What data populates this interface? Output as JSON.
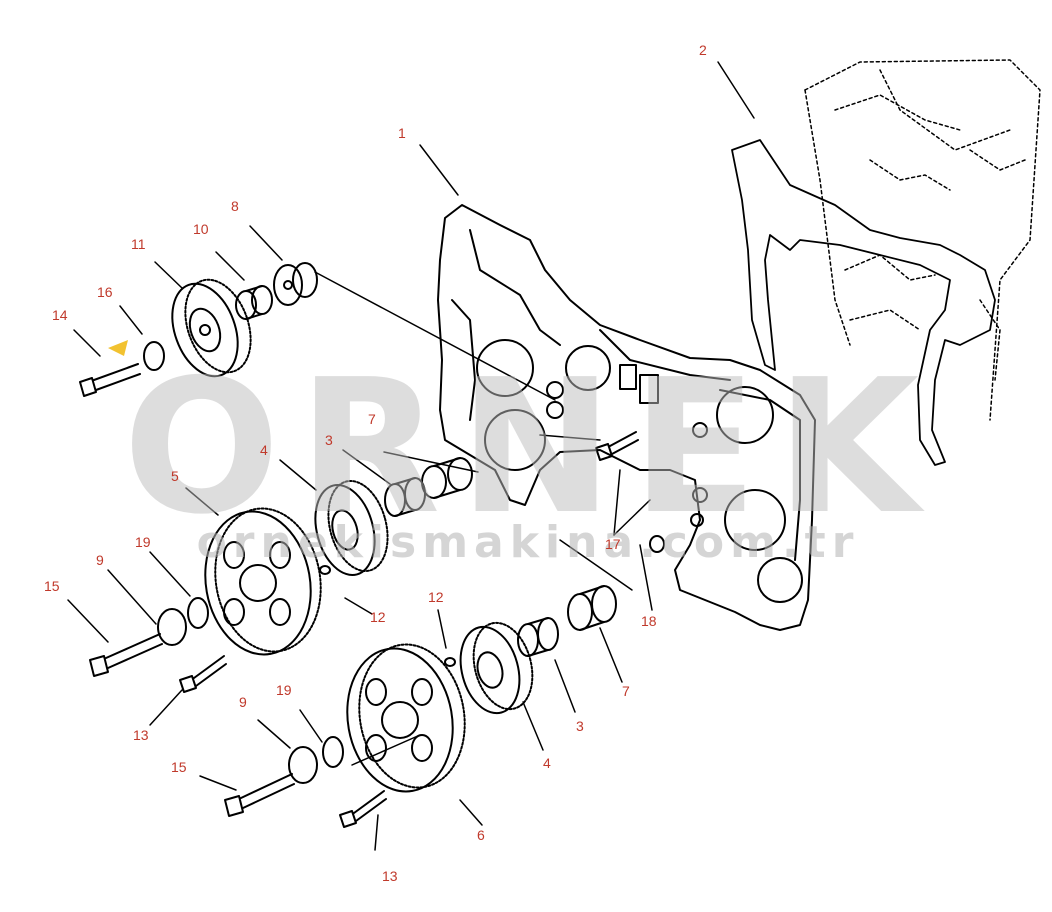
{
  "watermark": {
    "main": "ORNEK",
    "url": "ornekismakina.com.tr"
  },
  "callouts": {
    "c1": "1",
    "c2": "2",
    "c3a": "3",
    "c3b": "3",
    "c4a": "4",
    "c4b": "4",
    "c5": "5",
    "c6": "6",
    "c7a": "7",
    "c7b": "7",
    "c8": "8",
    "c9a": "9",
    "c9b": "9",
    "c10": "10",
    "c11": "11",
    "c12a": "12",
    "c12b": "12",
    "c13a": "13",
    "c13b": "13",
    "c14": "14",
    "c15a": "15",
    "c15b": "15",
    "c16": "16",
    "c17": "17",
    "c18": "18",
    "c19a": "19",
    "c19b": "19"
  },
  "colors": {
    "line": "#000000",
    "callout": "#c0392b",
    "watermark": "#bdbdbd",
    "accent": "#f2c230"
  }
}
